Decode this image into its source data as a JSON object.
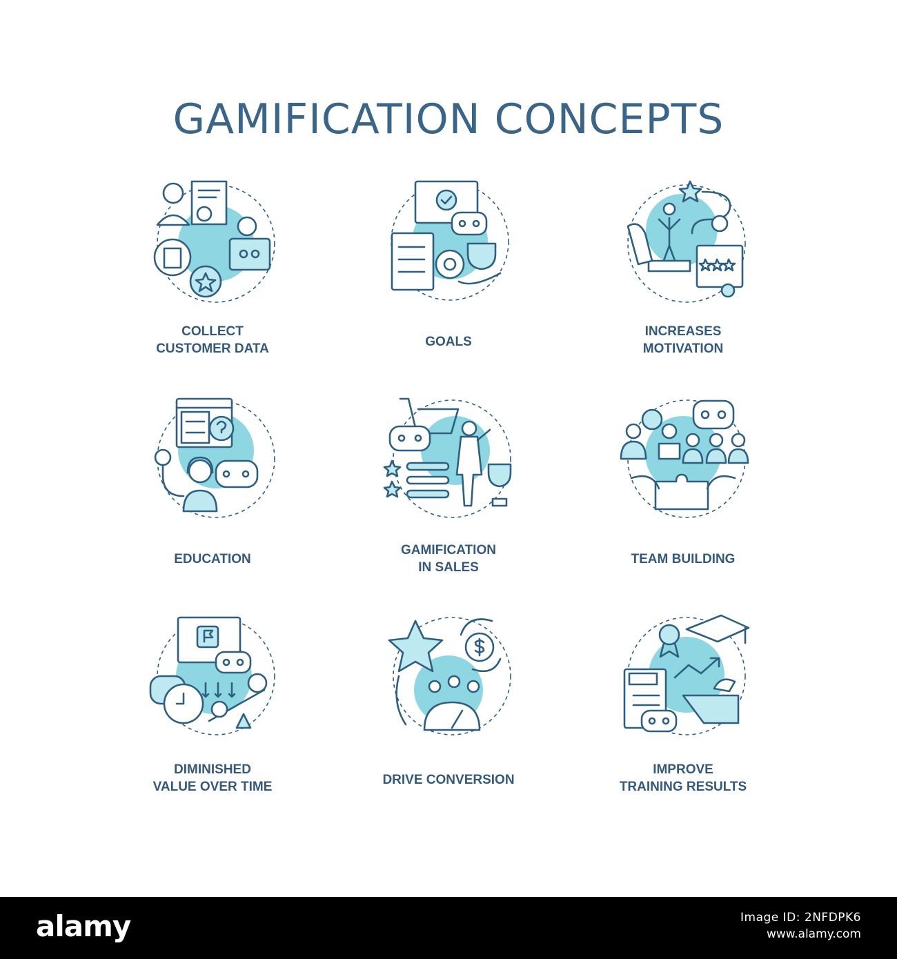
{
  "title": "GAMIFICATION CONCEPTS",
  "colors": {
    "title": "#3a6488",
    "accent": "#8fd6e3",
    "stroke": "#2f5f80",
    "caption": "#34597a"
  },
  "concepts": [
    {
      "line1": "COLLECT",
      "line2": "CUSTOMER DATA",
      "icon": "people-chart-gears-icon"
    },
    {
      "line1": "GOALS",
      "line2": "",
      "icon": "monitor-checklist-trophy-icon"
    },
    {
      "line1": "INCREASES",
      "line2": "MOTIVATION",
      "icon": "podium-star-certificate-icon"
    },
    {
      "line1": "EDUCATION",
      "line2": "",
      "icon": "quiz-headset-gamepad-icon"
    },
    {
      "line1": "GAMIFICATION",
      "line2": "IN SALES",
      "icon": "cart-salesman-trophy-icon"
    },
    {
      "line1": "TEAM BUILDING",
      "line2": "",
      "icon": "team-puzzle-gamepad-icon"
    },
    {
      "line1": "DIMINISHED",
      "line2": "VALUE OVER TIME",
      "icon": "clock-seesaw-gamepad-icon"
    },
    {
      "line1": "DRIVE CONVERSION",
      "line2": "",
      "icon": "star-dollar-gauge-icon"
    },
    {
      "line1": "IMPROVE",
      "line2": "TRAINING RESULTS",
      "icon": "plan-graduation-growth-icon"
    }
  ],
  "footer": {
    "brand": "alamy",
    "line1": "Image ID: 2NFDPK6",
    "line2": "www.alamy.com"
  }
}
